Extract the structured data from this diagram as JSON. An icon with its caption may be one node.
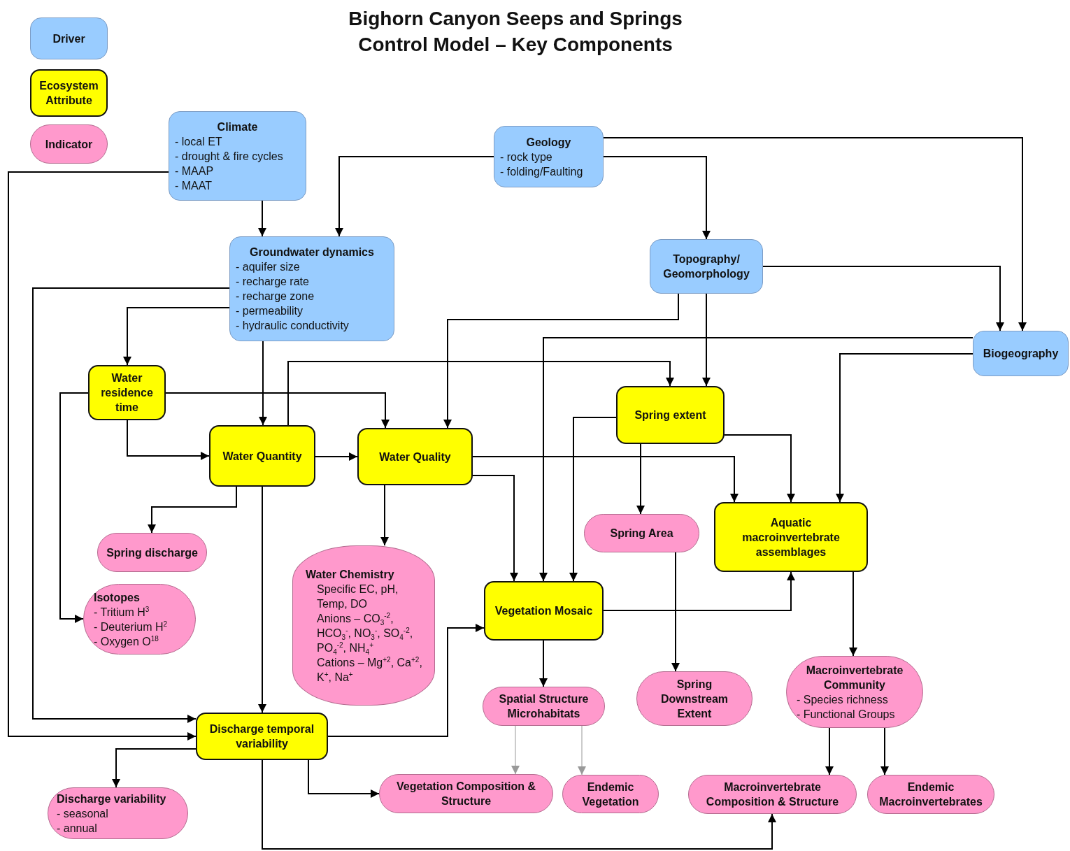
{
  "diagram": {
    "title": "Bighorn Canyon Seeps and Springs Control Model – Key Components",
    "nodes": [
      {
        "text": [
          "Climate",
          "- local ET",
          "- drought & fire cycles",
          "- MAAP",
          "- MAAT"
        ]
      },
      {
        "text": [
          "Geology",
          "- rock type",
          "- folding/Faulting"
        ]
      },
      {
        "text": [
          "Groundwater dynamics",
          "- aquifer size",
          "- recharge rate",
          "- recharge zone",
          "- permeability",
          "- hydraulic conductivity"
        ]
      },
      {
        "text": [
          "Topography/ Geomorphology"
        ]
      },
      {
        "text": [
          "Biogeography"
        ]
      },
      {
        "text": [
          "Water residence time"
        ]
      },
      {
        "text": [
          "Spring extent"
        ]
      },
      {
        "text": [
          "Water Quantity"
        ]
      },
      {
        "text": [
          "Water Quality"
        ]
      },
      {
        "text": [
          "Spring discharge"
        ]
      },
      {
        "text": [
          "Spring Area"
        ]
      },
      {
        "text": [
          "Aquatic macroinvertebrate assemblages"
        ]
      },
      {
        "text": [
          "Isotopes",
          "- Tritium H$^{3}$",
          "- Deuterium H$^{2}$",
          "- Oxygen O$^{18}$"
        ]
      },
      {
        "text": [
          "Water Chemistry",
          "Specific EC, pH, Temp, DO",
          "Anions – CO$_{3}$$^{-2}$, HCO$_{3}$$^{-}$, NO$_{3}$$^{-}$, SO$_{4}$$^{-2}$, PO$_{4}$$^{-2}$, NH$_{4}$$^{+}$",
          "Cations – Mg$^{+2}$, Ca$^{+2}$, K$^{+}$, Na$^{+}$"
        ]
      },
      {
        "text": [
          "Vegetation Mosaic"
        ]
      },
      {
        "text": [
          "Spatial Structure Microhabitats"
        ]
      },
      {
        "text": [
          "Spring Downstream Extent"
        ]
      },
      {
        "text": [
          "Macroinvertebrate Community",
          "- Species richness",
          "- Functional Groups"
        ]
      },
      {
        "text": [
          "Discharge temporal variability"
        ]
      },
      {
        "text": [
          "Discharge variability",
          "- seasonal",
          "- annual"
        ]
      },
      {
        "text": [
          "Vegetation Composition & Structure"
        ]
      },
      {
        "text": [
          "Endemic Vegetation"
        ]
      },
      {
        "text": [
          "Macroinvertebrate Composition & Structure"
        ]
      },
      {
        "text": [
          "Endemic Macroinvertebrates"
        ]
      }
    ],
    "edges": [
      {
        "from": 0,
        "to": 2,
        "arrow": "to"
      },
      {
        "from": 0,
        "to": 18,
        "arrow": "to"
      },
      {
        "from": 1,
        "to": 2,
        "arrow": "to"
      },
      {
        "from": 1,
        "to": 3,
        "arrow": "to"
      },
      {
        "from": 1,
        "to": 4,
        "arrow": "to"
      },
      {
        "from": 3,
        "to": 4,
        "arrow": "to"
      },
      {
        "from": 3,
        "to": 8,
        "arrow": "to"
      },
      {
        "from": 3,
        "to": 6,
        "arrow": "to"
      },
      {
        "from": 2,
        "to": 18,
        "arrow": "to"
      },
      {
        "from": 2,
        "to": 5,
        "arrow": "to"
      },
      {
        "from": 2,
        "to": 7,
        "arrow": "to"
      },
      {
        "from": 4,
        "to": 14,
        "arrow": "to"
      },
      {
        "from": 4,
        "to": 11,
        "arrow": "to"
      },
      {
        "from": 5,
        "to": 12,
        "arrow": "to"
      },
      {
        "from": 5,
        "to": 8,
        "arrow": "to"
      },
      {
        "from": 5,
        "to": 7,
        "arrow": "to"
      },
      {
        "from": 7,
        "to": 6,
        "arrow": "to"
      },
      {
        "from": 7,
        "to": 8,
        "arrow": "to"
      },
      {
        "from": 7,
        "to": 9,
        "arrow": "to"
      },
      {
        "from": 7,
        "to": 18,
        "arrow": "to"
      },
      {
        "from": 8,
        "to": 11,
        "arrow": "to"
      },
      {
        "from": 8,
        "to": 14,
        "arrow": "to"
      },
      {
        "from": 8,
        "to": 13,
        "arrow": "to"
      },
      {
        "from": 6,
        "to": 14,
        "arrow": "to"
      },
      {
        "from": 6,
        "to": 10,
        "arrow": "to"
      },
      {
        "from": 6,
        "to": 11,
        "arrow": "to"
      },
      {
        "from": 10,
        "to": 16,
        "arrow": "to"
      },
      {
        "from": 14,
        "to": 11,
        "arrow": "to"
      },
      {
        "from": 14,
        "to": 15,
        "arrow": "to"
      },
      {
        "from": 15,
        "to": 20,
        "arrow": "to",
        "color": "#999999"
      },
      {
        "from": 15,
        "to": 21,
        "arrow": "to",
        "color": "#999999"
      },
      {
        "from": 11,
        "to": 17,
        "arrow": "to"
      },
      {
        "from": 17,
        "to": 22,
        "arrow": "to"
      },
      {
        "from": 17,
        "to": 23,
        "arrow": "to"
      },
      {
        "from": 18,
        "to": 19,
        "arrow": "to"
      },
      {
        "from": 18,
        "to": 20,
        "arrow": "to"
      },
      {
        "from": 18,
        "to": 14,
        "arrow": "to"
      },
      {
        "from": 18,
        "to": 22,
        "arrow": "to"
      }
    ],
    "legend": [
      {
        "text": "Driver",
        "color": "#99ccff"
      },
      {
        "text": "Ecosystem Attribute",
        "color": "#ffff00"
      },
      {
        "text": "Indicator",
        "color": "#ff99cc"
      }
    ]
  }
}
